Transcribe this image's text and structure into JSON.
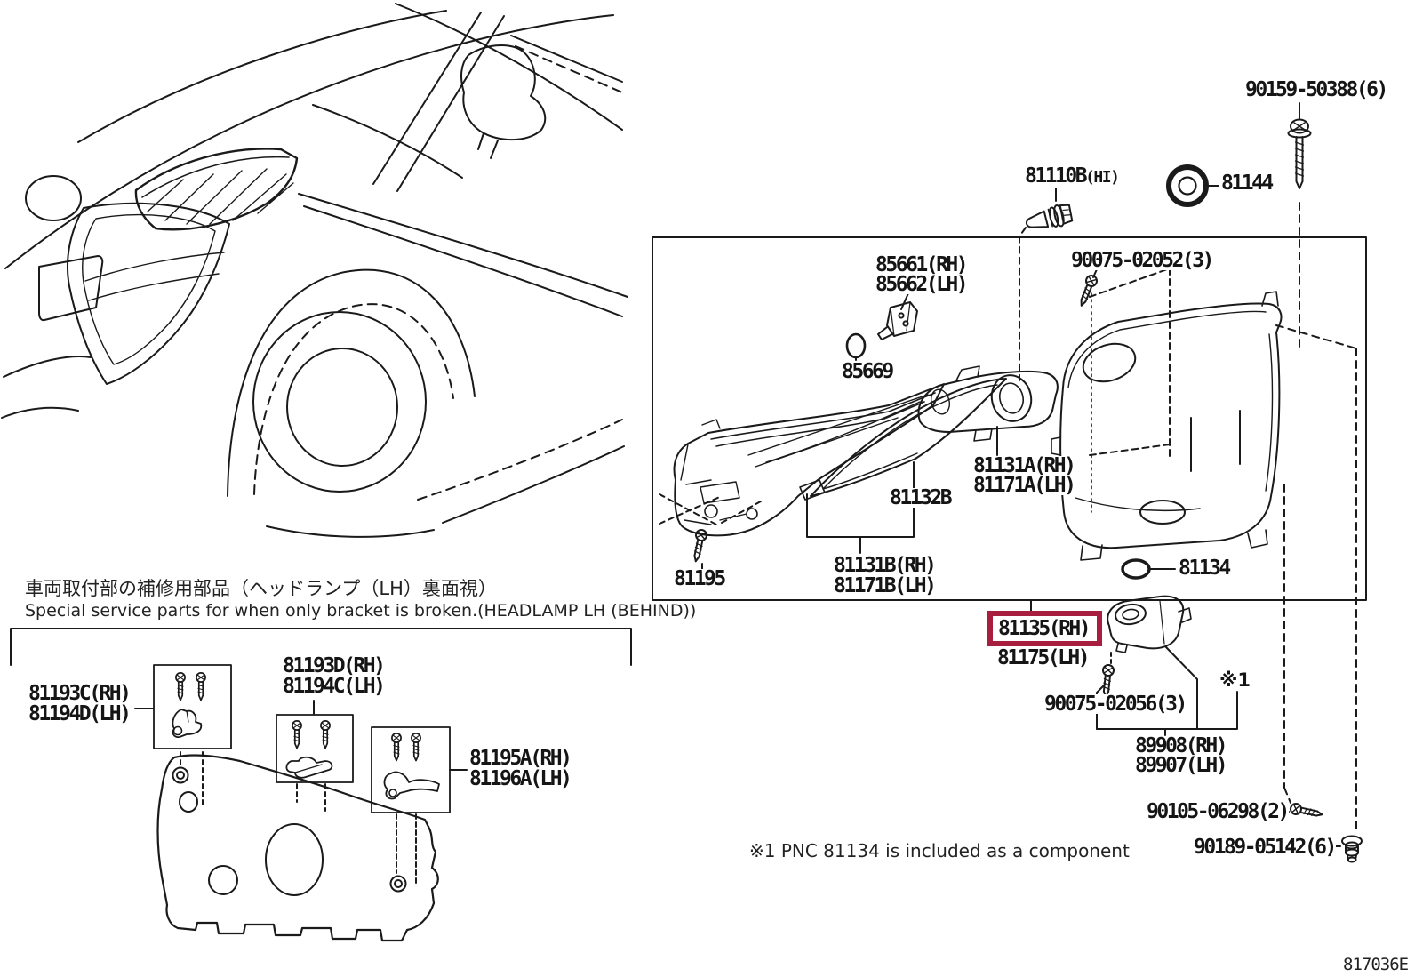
{
  "colors": {
    "highlight_box": "#A81E3E",
    "ink": "#1a1a1a",
    "background": "#ffffff"
  },
  "notes": {
    "jp": "車両取付部の補修用部品（ヘッドランプ（LH）裏面視）",
    "en": "Special service parts for when only bracket is broken.(HEADLAMP LH (BEHIND))",
    "footnote": "※1  PNC 81134 is included as a component",
    "ref_marker": "※1",
    "page_code": "817036E"
  },
  "parts": {
    "p90159": "90159-50388(6)",
    "p81110B": "81110B",
    "p81110B_sub": "(HI)",
    "p81144": "81144",
    "p85661": "85661(RH)",
    "p85662": "85662(LH)",
    "p90075_02052": "90075-02052(3)",
    "p85669": "85669",
    "p81131A": "81131A(RH)",
    "p81171A": "81171A(LH)",
    "p81132B": "81132B",
    "p81195": "81195",
    "p81131B": "81131B(RH)",
    "p81171B": "81171B(LH)",
    "p81134": "81134",
    "p81135": "81135(RH)",
    "p81175": "81175(LH)",
    "p90075_02056": "90075-02056(3)",
    "p89908": "89908(RH)",
    "p89907": "89907(LH)",
    "p90105": "90105-06298(2)",
    "p90189": "90189-05142(6)",
    "p81193C": "81193C(RH)",
    "p81194D": "81194D(LH)",
    "p81193D": "81193D(RH)",
    "p81194C": "81194C(LH)",
    "p81195A": "81195A(RH)",
    "p81196A": "81196A(LH)"
  }
}
